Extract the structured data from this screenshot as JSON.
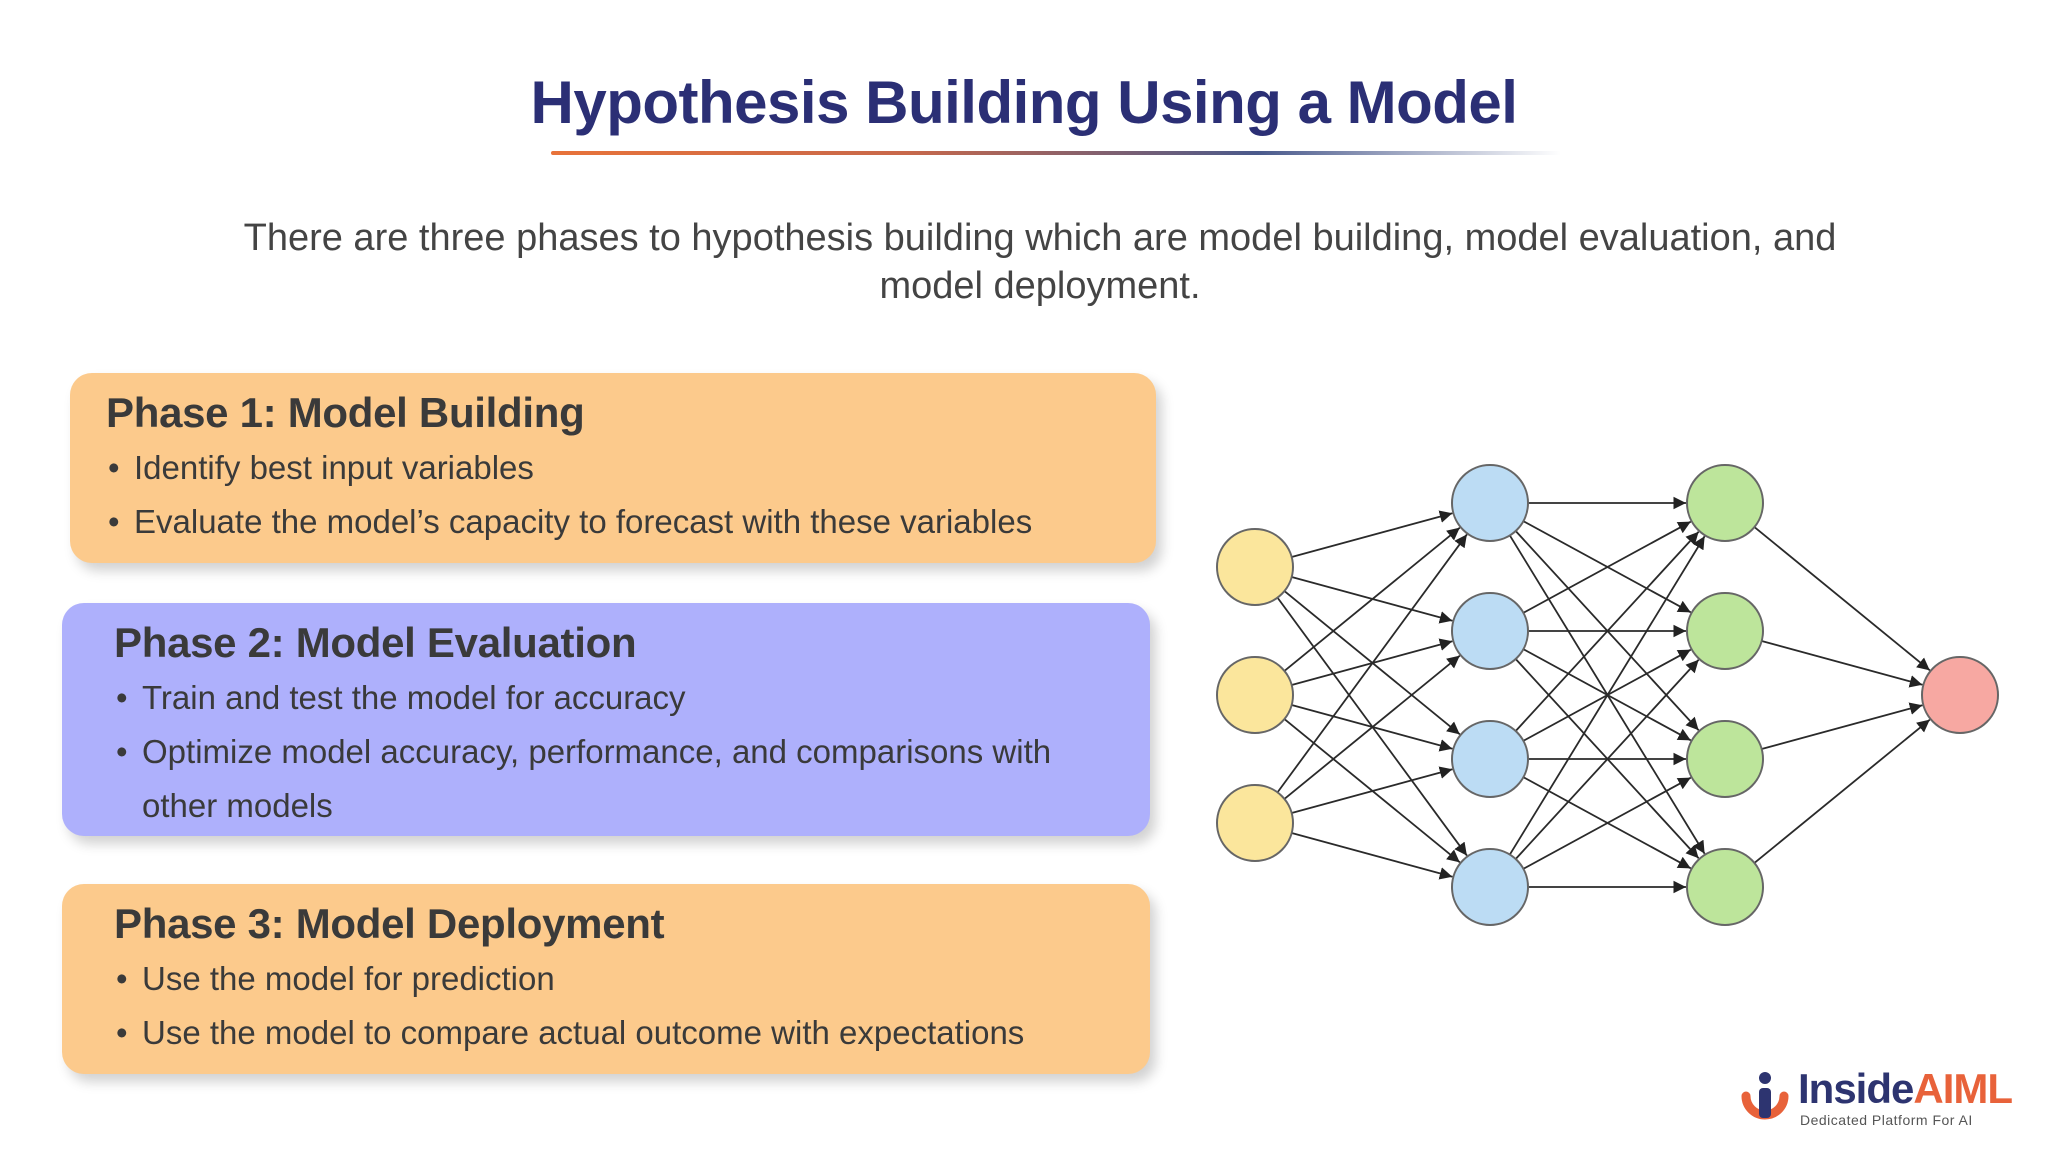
{
  "title": "Hypothesis Building Using a Model",
  "intro": "There are three phases to hypothesis building which are model building, model evaluation, and model deployment.",
  "colors": {
    "title": "#2b2f75",
    "phase_orange": "#fcca8c",
    "phase_purple": "#aeb0fc",
    "input_node": "#fbe69c",
    "hidden1_node": "#bcdcf4",
    "hidden2_node": "#bde59b",
    "output_node": "#f7a8a2",
    "node_stroke": "#666666"
  },
  "phases": [
    {
      "heading": "Phase 1: Model Building",
      "bullets": [
        "Identify best input variables",
        "Evaluate the model’s capacity to forecast with these variables"
      ]
    },
    {
      "heading": "Phase 2: Model Evaluation",
      "bullets": [
        "Train and test the model for accuracy",
        "Optimize model accuracy, performance, and comparisons with other models"
      ]
    },
    {
      "heading": "Phase 3: Model Deployment",
      "bullets": [
        "Use the model for prediction",
        "Use the model to compare actual outcome with expectations"
      ]
    }
  ],
  "network": {
    "layers": [
      {
        "name": "input",
        "nodes": 3
      },
      {
        "name": "hidden-1",
        "nodes": 4
      },
      {
        "name": "hidden-2",
        "nodes": 4
      },
      {
        "name": "output",
        "nodes": 1
      }
    ]
  },
  "logo": {
    "name_part1": "Inside",
    "name_part2": "AIML",
    "tagline": "Dedicated Platform For AI"
  }
}
